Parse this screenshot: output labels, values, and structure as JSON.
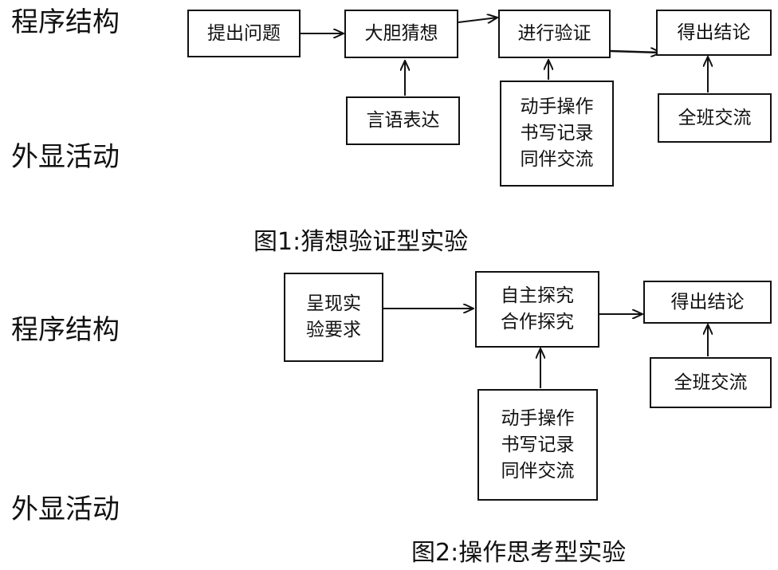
{
  "labels": {
    "structure": "程序结构",
    "activity": "外显活动"
  },
  "figure1": {
    "caption": "图1:猜想验证型实验",
    "boxes": {
      "raise_question": [
        "提出问题"
      ],
      "bold_guess": [
        "大胆猜想"
      ],
      "verify": [
        "进行验证"
      ],
      "conclusion": [
        "得出结论"
      ],
      "verbal_expression": [
        "言语表达"
      ],
      "activities": [
        "动手操作",
        "书写记录",
        "同伴交流"
      ],
      "class_exchange": [
        "全班交流"
      ]
    }
  },
  "figure2": {
    "caption": "图2:操作思考型实验",
    "boxes": {
      "present_requirements": [
        "呈现实",
        "验要求"
      ],
      "explore": [
        "自主探究",
        "合作探究"
      ],
      "conclusion": [
        "得出结论"
      ],
      "activities": [
        "动手操作",
        "书写记录",
        "同伴交流"
      ],
      "class_exchange": [
        "全班交流"
      ]
    }
  }
}
